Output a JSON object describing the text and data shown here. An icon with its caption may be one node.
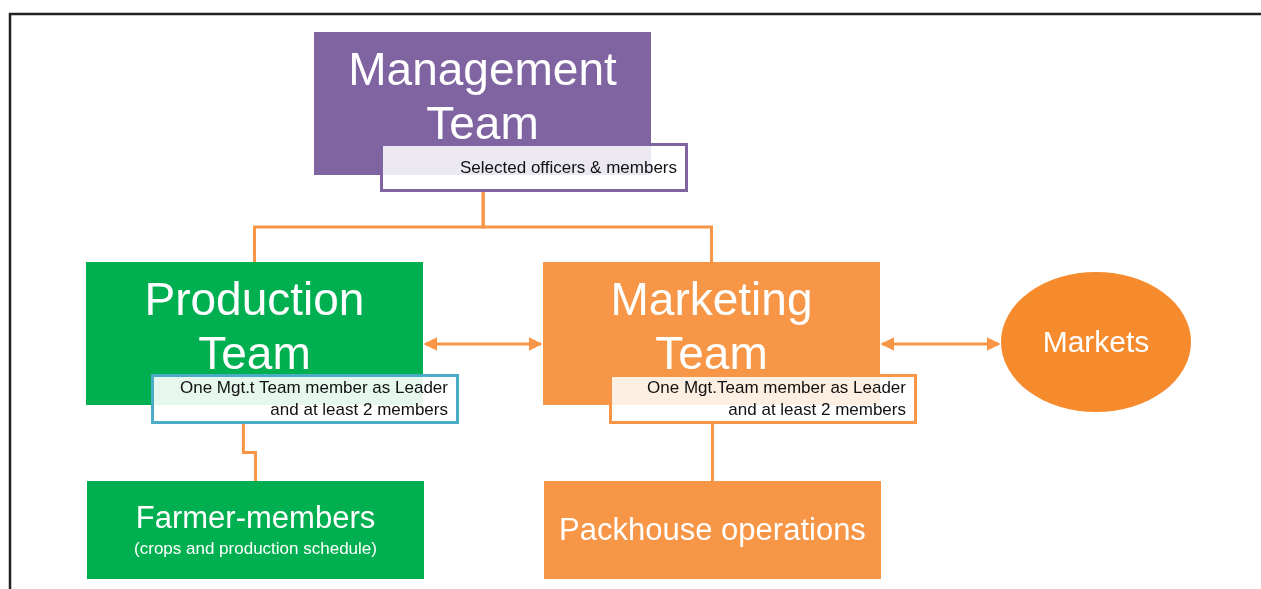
{
  "diagram": {
    "nodes": [
      {
        "text": [
          "Management Team"
        ]
      },
      {
        "text": [
          "Selected officers &  members"
        ]
      },
      {
        "text": [
          "Production Team"
        ]
      },
      {
        "text": [
          "One Mgt.t Team member as Leader and at least 2 members"
        ]
      },
      {
        "text": [
          "Marketing Team"
        ]
      },
      {
        "text": [
          "One Mgt.Team member as Leader and at least 2 members"
        ]
      },
      {
        "text": [
          "Markets"
        ]
      },
      {
        "text": [
          "Farmer-members",
          "(crops and production schedule)"
        ]
      },
      {
        "text": [
          "Packhouse operations"
        ]
      }
    ],
    "edges": [
      {
        "from": 1,
        "to": 2,
        "arrow": "none"
      },
      {
        "from": 1,
        "to": 4,
        "arrow": "none"
      },
      {
        "from": 2,
        "to": 4,
        "arrow": "both"
      },
      {
        "from": 4,
        "to": 6,
        "arrow": "both"
      },
      {
        "from": 3,
        "to": 7,
        "arrow": "none"
      },
      {
        "from": 5,
        "to": 8,
        "arrow": "none"
      }
    ]
  }
}
